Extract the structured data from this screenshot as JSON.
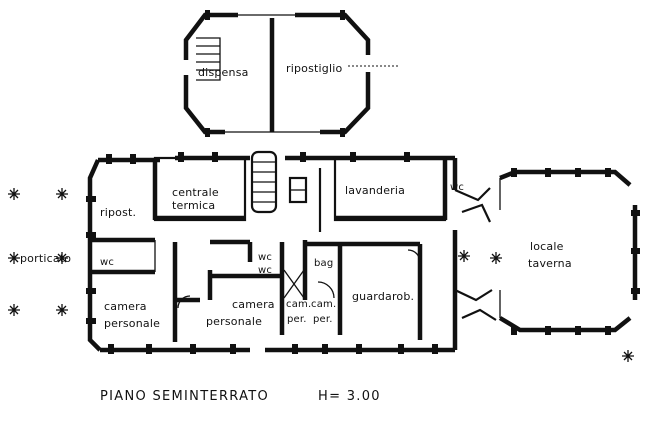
{
  "plan": {
    "caption": "PIANO SEMINTERRATO",
    "height_label": "H= 3.00",
    "rooms": {
      "dispensa": "dispensa",
      "ripostiglio_top": "ripostiglio",
      "ripost_left": "ripost.",
      "centrale_termica_line1": "centrale",
      "centrale_termica_line2": "termica",
      "lavanderia": "lavanderia",
      "wc_lavanderia": "wc",
      "porticato": "porticato",
      "wc_left": "wc",
      "camera_personale_1_line1": "camera",
      "camera_personale_1_line2": "personale",
      "camera_personale_2_line1": "camera",
      "camera_personale_2_line2": "personale",
      "wc_mid_1": "wc",
      "wc_mid_2": "wc",
      "bag": "bag",
      "cam_per_1_line1": "cam.",
      "cam_per_1_line2": "per.",
      "cam_per_2_line1": "cam.",
      "cam_per_2_line2": "per.",
      "guardaroba": "guardarob.",
      "locale_taverna_line1": "locale",
      "locale_taverna_line2": "taverna"
    }
  }
}
